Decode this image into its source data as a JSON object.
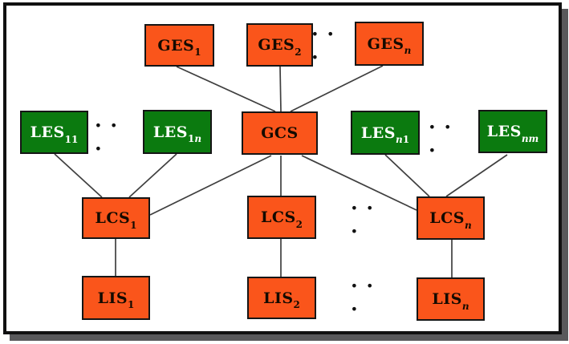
{
  "diagram_title": "",
  "ellipsis": "· · ·",
  "colors": {
    "box-orange": "#fa551b",
    "box-green": "#0b7a0f",
    "box-border": "#151515",
    "edge": "#3f3f3f",
    "frame-border": "#111111",
    "frame-shadow": "#59595b",
    "text-on-orange": "#140a00",
    "text-on-green": "#ffffff",
    "page-bg": "#ffffff"
  },
  "nodes": {
    "ges1": {
      "text": "GES",
      "s1": "1"
    },
    "ges2": {
      "text": "GES",
      "s1": "2"
    },
    "gesn": {
      "text": "GES",
      "s1": "n"
    },
    "les11": {
      "text": "LES",
      "s1": "11"
    },
    "les1n": {
      "text": "LES",
      "s1": "1",
      "s2": "n"
    },
    "gcs": {
      "text": "GCS"
    },
    "lesn1": {
      "text": "LES",
      "s1": "n",
      "s2": "1"
    },
    "lesnm": {
      "text": "LES",
      "s1": "nm"
    },
    "lcs1": {
      "text": "LCS",
      "s1": "1"
    },
    "lcs2": {
      "text": "LCS",
      "s1": "2"
    },
    "lcsn": {
      "text": "LCS",
      "s1": "n"
    },
    "lis1": {
      "text": "LIS",
      "s1": "1"
    },
    "lis2": {
      "text": "LIS",
      "s1": "2"
    },
    "lisn": {
      "text": "LIS",
      "s1": "n"
    }
  },
  "edges": [
    {
      "from": "ges1",
      "to": "gcs"
    },
    {
      "from": "ges2",
      "to": "gcs"
    },
    {
      "from": "gesn",
      "to": "gcs"
    },
    {
      "from": "les11",
      "to": "lcs1"
    },
    {
      "from": "les1n",
      "to": "lcs1"
    },
    {
      "from": "gcs",
      "to": "lcs1"
    },
    {
      "from": "gcs",
      "to": "lcs2"
    },
    {
      "from": "gcs",
      "to": "lcsn"
    },
    {
      "from": "lesn1",
      "to": "lcsn"
    },
    {
      "from": "lesnm",
      "to": "lcsn"
    },
    {
      "from": "lcs1",
      "to": "lis1"
    },
    {
      "from": "lcs2",
      "to": "lis2"
    },
    {
      "from": "lcsn",
      "to": "lisn"
    }
  ]
}
